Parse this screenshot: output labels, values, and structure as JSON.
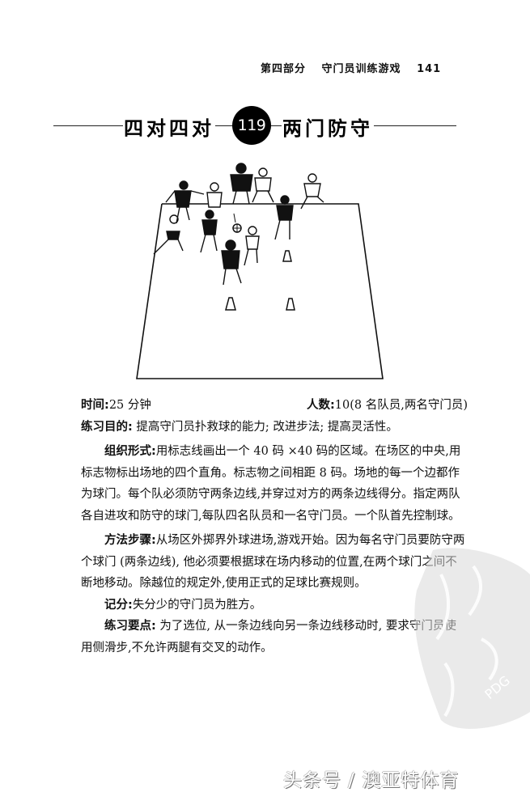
{
  "header": {
    "part": "第四部分",
    "section": "守门员训练游戏",
    "page_number": "141"
  },
  "title": {
    "left": "四对四对",
    "number": "119",
    "right": "两门防守"
  },
  "illustration": {
    "description": "4v4 two-goal defense drill: players around a square field marked with cones",
    "icons": [
      "soccer-field",
      "players",
      "ball",
      "cones"
    ]
  },
  "meta": {
    "time_label": "时间:",
    "time_value": "25 分钟",
    "players_label": "人数:",
    "players_value": "10(8 名队员,两名守门员)"
  },
  "sections": [
    {
      "label": "练习目的:",
      "text": " 提高守门员扑救球的能力; 改进步法; 提高灵活性。"
    },
    {
      "label": "组织形式:",
      "text": "用标志线画出一个 40 码 ×40 码的区域。在场区的中央,用标志物标出场地的四个直角。标志物之间相距 8 码。场地的每一个边都作为球门。每个队必须防守两条边线,并穿过对方的两条边线得分。指定两队各自进攻和防守的球门,每队四名队员和一名守门员。一个队首先控制球。"
    },
    {
      "label": "方法步骤:",
      "text": "从场区外掷界外球进场,游戏开始。因为每名守门员要防守两个球门 (两条边线), 他必须要根据球在场内移动的位置,在两个球门之间不断地移动。除越位的规定外,使用正式的足球比赛规则。"
    },
    {
      "label": "记分:",
      "text": "失分少的守门员为胜方。"
    },
    {
      "label": "练习要点:",
      "text": " 为了选位, 从一条边线向另一条边线移动时, 要求守门员使用侧滑步,不允许两腿有交叉的动作。"
    }
  ],
  "watermark": {
    "text": "PDG"
  },
  "footer": {
    "text": "头条号 / 澳亚特体育"
  }
}
